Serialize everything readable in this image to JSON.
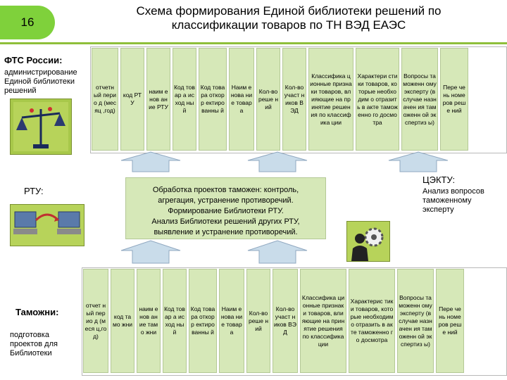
{
  "badge": "16",
  "title_line1": "Схема формирования Единой библиотеки решений по",
  "title_line2": "классификации товаров по ТН ВЭД ЕАЭС",
  "fts": {
    "title": "ФТС России:",
    "desc": "администрирование Единой библиотеки решений"
  },
  "rtu": {
    "title": "РТУ:"
  },
  "ceku": {
    "title": "ЦЭКТУ:",
    "desc": "Анализ вопросов таможенному эксперту"
  },
  "customs": {
    "title": "Таможни:",
    "desc": "подготовка проектов для Библиотеки"
  },
  "center_text": [
    "Обработка проектов таможен: контроль,",
    "агрегация, устранение противоречий.",
    "Формирование Библиотеки РТУ.",
    "Анализ Библиотеки решений других РТУ,",
    "выявление и устранение противоречий."
  ],
  "top_cells": [
    "отчетн ый перио д (месяц ,год)",
    "код РТУ",
    "наим енов ание РТУ",
    "Код товар а исход ный",
    "Код товара откорр ектиро ванны й",
    "Наим енова ние товар а",
    "Кол-во реше ний",
    "Кол-во участ ников ВЭД",
    "Классифика ционные признаки товаров, влияющие на принятие решения по классифика ции",
    "Характери стики товаров, которые необходим о отразить в акте таможенно го досмотра",
    "Вопросы таможенн ому эксперту (в случае назначен ия таможенн ой экспертиз ы)",
    "Пере чень номе ров реше ний"
  ],
  "bottom_cells": [
    "отчет ный перио д (меся ц,год)",
    "код тамо жни",
    "наим енов ание тамо жни",
    "Код товар а исход ный",
    "Код товара откорр ектиро ванны й",
    "Наим енова ние товар а",
    "Кол-во реше ний",
    "Кол-во участ ников ВЭД",
    "Классифика ционные признаки товаров, влияющие на принятие решения по классифика ции",
    "Характерис тики товаров, которые необходим о отразить в акте таможенно го досмотра",
    "Вопросы таможенн ому эксперту (в случае назначен ия таможенн ой экспертиз ы)",
    "Пере чень номе ров реше ний"
  ],
  "colors": {
    "accent": "#7fd13b",
    "cell": "#d6e8b8",
    "arrow": "#c9dcea"
  }
}
